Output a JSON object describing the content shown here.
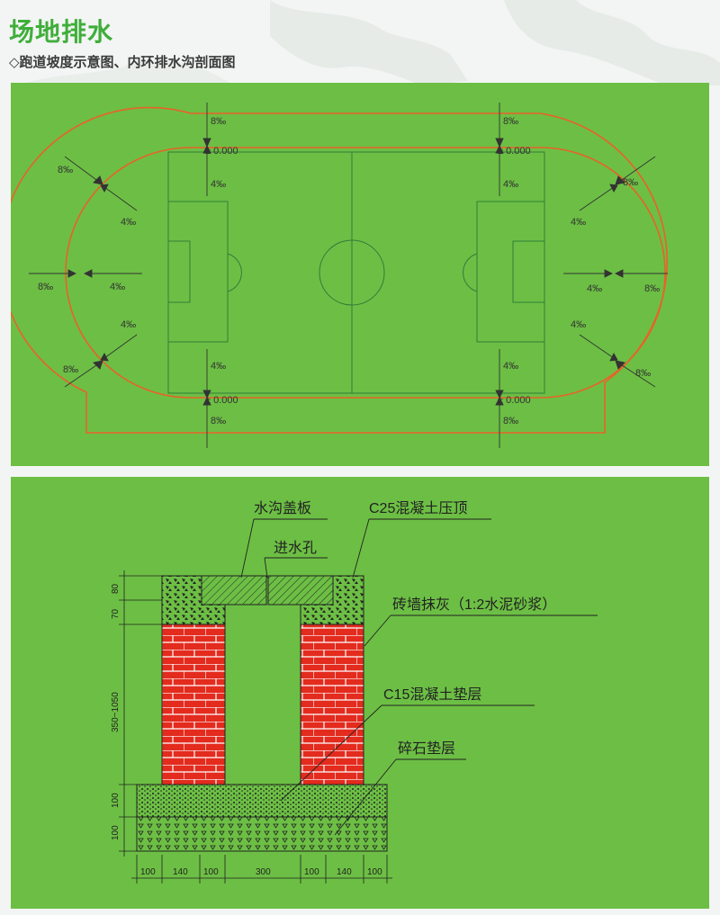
{
  "header": {
    "title": "场地排水",
    "subtitle": "◇跑道坡度示意图、内环排水沟剖面图"
  },
  "track_diagram": {
    "outer_slope": "8‰",
    "inner_slope": "4‰",
    "zero_level": "± 0.000"
  },
  "section_diagram": {
    "labels": {
      "cover": "水沟盖板",
      "concrete_top": "C25混凝土压顶",
      "inlet": "进水孔",
      "brick_wall": "砖墙抹灰（1:2水泥砂浆）",
      "cushion": "C15混凝土垫层",
      "gravel": "碎石垫层"
    },
    "vertical_dims": [
      "80",
      "70",
      "350~1050",
      "100",
      "100"
    ],
    "horizontal_dims": [
      "100",
      "140",
      "100",
      "300",
      "100",
      "140",
      "100"
    ]
  },
  "colors": {
    "panel": "#6cbf44",
    "track_line": "#e8622a",
    "field_line": "#2f7d3a",
    "brick": "#e32b1e",
    "title": "#3fae3a"
  }
}
